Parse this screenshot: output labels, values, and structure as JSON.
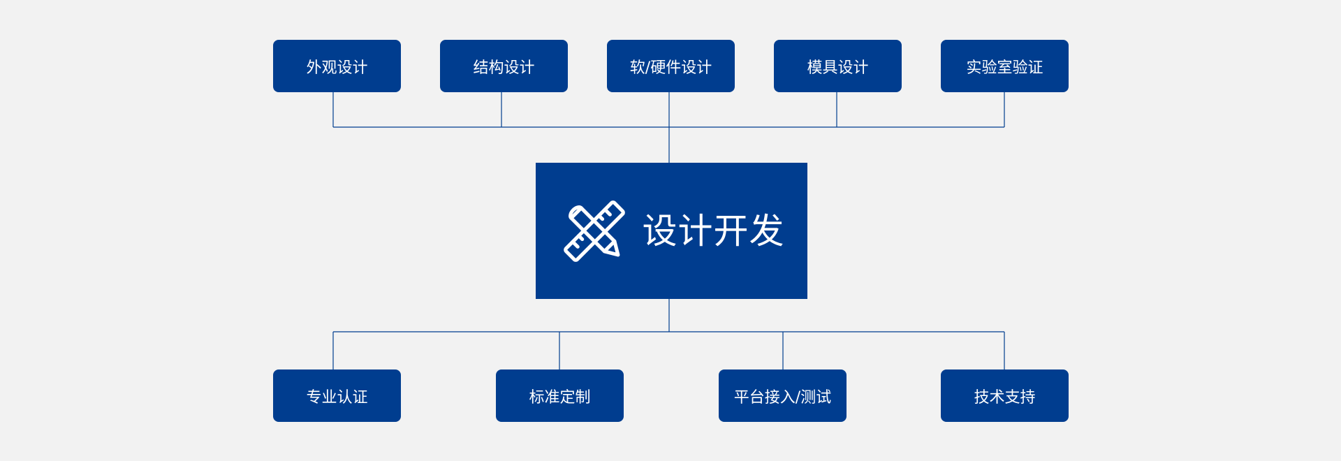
{
  "colors": {
    "background": "#f2f2f2",
    "node": "#003d8f",
    "text": "#ffffff"
  },
  "center": {
    "label": "设计开发",
    "icon": "ruler-pencil-icon"
  },
  "top_nodes": [
    {
      "label": "外观设计"
    },
    {
      "label": "结构设计"
    },
    {
      "label": "软/硬件设计"
    },
    {
      "label": "模具设计"
    },
    {
      "label": "实验室验证"
    }
  ],
  "bottom_nodes": [
    {
      "label": "专业认证"
    },
    {
      "label": "标准定制"
    },
    {
      "label": "平台接入/测试"
    },
    {
      "label": "技术支持"
    }
  ]
}
